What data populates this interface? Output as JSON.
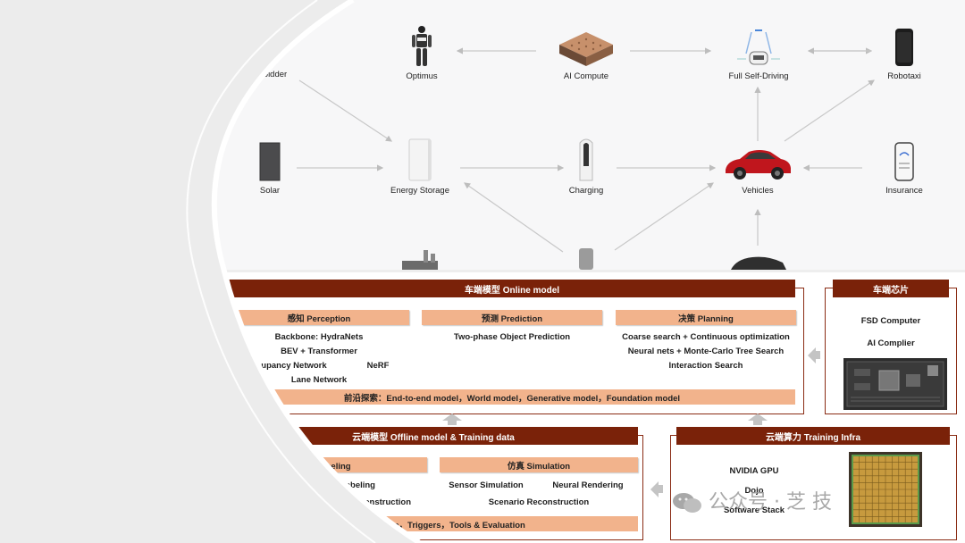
{
  "ecosystem": {
    "nodes": [
      {
        "id": "boring",
        "label": "oidder"
      },
      {
        "id": "optimus",
        "label": "Optimus"
      },
      {
        "id": "ai_compute",
        "label": "AI Compute"
      },
      {
        "id": "fsd",
        "label": "Full Self-Driving"
      },
      {
        "id": "robotaxi",
        "label": "Robotaxi"
      },
      {
        "id": "solar",
        "label": "Solar"
      },
      {
        "id": "energy_storage",
        "label": "Energy Storage"
      },
      {
        "id": "charging",
        "label": "Charging"
      },
      {
        "id": "vehicles",
        "label": "Vehicles"
      },
      {
        "id": "insurance",
        "label": "Insurance"
      }
    ],
    "colors": {
      "line": "#c8c8c8",
      "vehicle": "#c0161d"
    }
  },
  "online_model": {
    "title": "车端模型 Online model",
    "perception": {
      "title": "感知 Perception",
      "items": [
        "Backbone: HydraNets",
        "BEV + Transformer",
        "Occupancy Network",
        "NeRF",
        "Lane Network"
      ]
    },
    "prediction": {
      "title": "预测 Prediction",
      "items": [
        "Two-phase Object Prediction"
      ]
    },
    "planning": {
      "title": "决策 Planning",
      "items": [
        "Coarse search + Continuous optimization",
        "Neural nets + Monte-Carlo Tree Search",
        "Interaction Search"
      ]
    },
    "frontier": "前沿探索：End-to-end model，World model，Generative model，Foundation model"
  },
  "chip": {
    "title": "车端芯片",
    "items": [
      "FSD Computer",
      "AI Complier"
    ],
    "image_icon": "chip-board-icon"
  },
  "offline_model": {
    "title": "云端模型 Offline model & Training data",
    "labeling": {
      "title": "注 Labeling",
      "items": [
        "abeling",
        "construction"
      ]
    },
    "simulation": {
      "title": "仿真 Simulation",
      "items": [
        "Sensor Simulation",
        "Neural Rendering",
        "Scenario Reconstruction"
      ]
    },
    "strip": "Shadow mode，Triggers，Tools & Evaluation"
  },
  "training_infra": {
    "title": "云端算力 Training Infra",
    "items": [
      "NVIDIA GPU",
      "Dojo",
      "Software Stack"
    ],
    "image_icon": "dojo-tile-icon"
  },
  "watermark": "公众号 · 芝    技",
  "colors": {
    "header": "#7a2209",
    "sub": "#f2b38c",
    "frame": "#8a2c14"
  }
}
